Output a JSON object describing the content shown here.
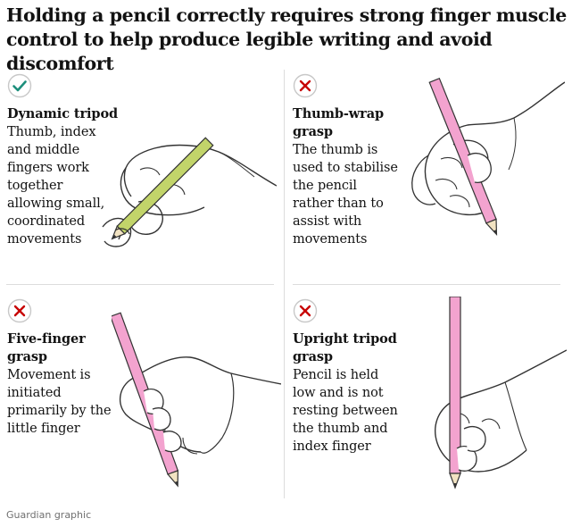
{
  "headline": "Holding a pencil correctly requires strong finger muscle control to help produce legible writing and avoid discomfort",
  "panels": [
    {
      "status": "correct",
      "icon": "check-icon",
      "title": "Dynamic tripod",
      "desc_lines": [
        "Thumb, index",
        "and middle",
        "fingers work",
        "together",
        "allowing small,",
        "coordinated",
        "movements"
      ],
      "pencil_color": "#c2d46a"
    },
    {
      "status": "incorrect",
      "icon": "cross-icon",
      "title_lines": [
        "Thumb-wrap",
        "grasp"
      ],
      "desc_lines": [
        "The thumb is",
        "used to stabilise",
        "the pencil",
        "rather than to",
        "assist with",
        "movements"
      ],
      "pencil_color": "#f3a3cf"
    },
    {
      "status": "incorrect",
      "icon": "cross-icon",
      "title_lines": [
        "Five-finger",
        "grasp"
      ],
      "desc_lines": [
        "Movement is",
        "initiated",
        "primarily by the",
        "little finger"
      ],
      "pencil_color": "#f3a3cf"
    },
    {
      "status": "incorrect",
      "icon": "cross-icon",
      "title_lines": [
        "Upright tripod",
        "grasp"
      ],
      "desc_lines": [
        "Pencil is held",
        "low and is not",
        "resting between",
        "the thumb and",
        "index finger"
      ],
      "pencil_color": "#f3a3cf"
    }
  ],
  "colors": {
    "check": "#1d8f7c",
    "cross": "#c70000",
    "rule": "#dcdcdc"
  },
  "credit": "Guardian graphic"
}
